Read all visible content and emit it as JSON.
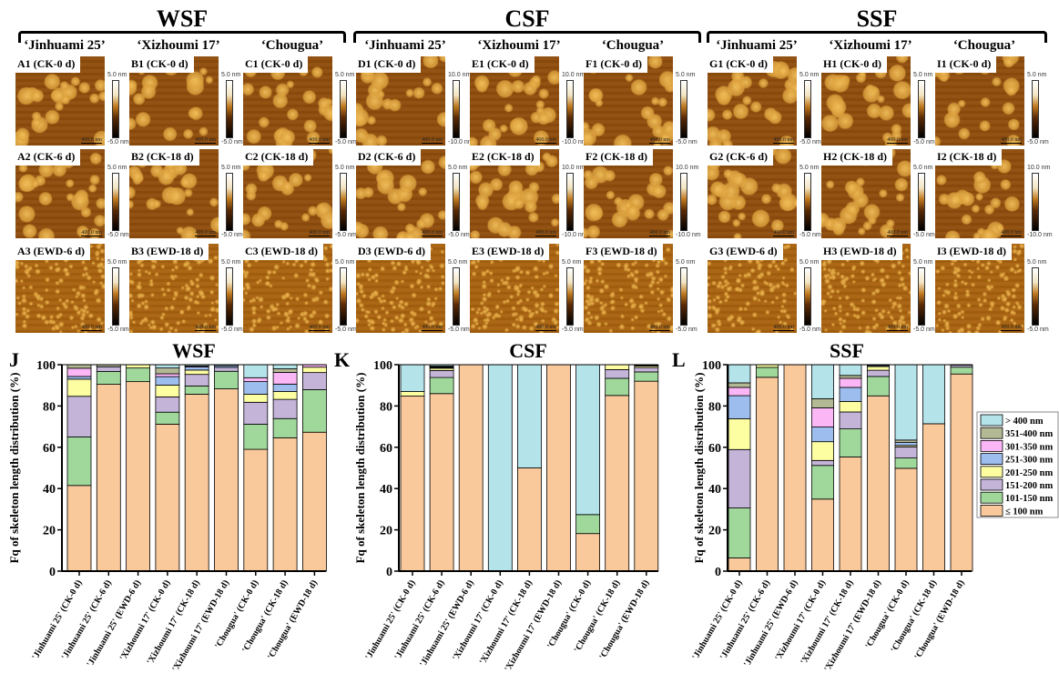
{
  "groups": [
    {
      "title": "WSF",
      "cultivars": [
        "‘Jinhuami 25’",
        "‘Xizhoumi 17’",
        "‘Chougua’"
      ],
      "images": [
        [
          {
            "label": "A1 (CK-0 d)",
            "max": "5.0 nm",
            "min": "-5.0 nm",
            "scale": "400.0 nm"
          },
          {
            "label": "B1 (CK-0 d)",
            "max": "5.0 nm",
            "min": "-5.0 nm",
            "scale": "400.0 nm"
          },
          {
            "label": "C1 (CK-0 d)",
            "max": "5.0 nm",
            "min": "-5.0 nm",
            "scale": "400.0 nm"
          }
        ],
        [
          {
            "label": "A2 (CK-6 d)",
            "max": "5.0 nm",
            "min": "-5.0 nm",
            "scale": "400.0 nm"
          },
          {
            "label": "B2 (CK-18 d)",
            "max": "5.0 nm",
            "min": "-5.0 nm",
            "scale": "400.0 nm"
          },
          {
            "label": "C2 (CK-18 d)",
            "max": "5.0 nm",
            "min": "-5.0 nm",
            "scale": "400.0 nm"
          }
        ],
        [
          {
            "label": "A3 (EWD-6 d)",
            "max": "5.0 nm",
            "min": "-5.0 nm",
            "scale": "400.0 nm"
          },
          {
            "label": "B3 (EWD-18 d)",
            "max": "5.0 nm",
            "min": "-5.0 nm",
            "scale": "400.0 nm"
          },
          {
            "label": "C3 (EWD-18 d)",
            "max": "5.0 nm",
            "min": "-5.0 nm",
            "scale": "400.0 nm"
          }
        ]
      ]
    },
    {
      "title": "CSF",
      "cultivars": [
        "‘Jinhuami 25’",
        "‘Xizhoumi 17’",
        "‘Chougua’"
      ],
      "images": [
        [
          {
            "label": "D1 (CK-0 d)",
            "max": "10.0 nm",
            "min": "-10.0 nm",
            "scale": "400.0 nm"
          },
          {
            "label": "E1 (CK-0 d)",
            "max": "10.0 nm",
            "min": "-10.0 nm",
            "scale": "400.0 nm"
          },
          {
            "label": "F1 (CK-0 d)",
            "max": "5.0 nm",
            "min": "-5.0 nm",
            "scale": "400.0 nm"
          }
        ],
        [
          {
            "label": "D2 (CK-6 d)",
            "max": "5.0 nm",
            "min": "-5.0 nm",
            "scale": "400.0 nm"
          },
          {
            "label": "E2 (CK-18 d)",
            "max": "10.0 nm",
            "min": "-10.0 nm",
            "scale": "400.0 nm"
          },
          {
            "label": "F2 (CK-18 d)",
            "max": "10.0 nm",
            "min": "-10.0 nm",
            "scale": "400.0 nm"
          }
        ],
        [
          {
            "label": "D3 (EWD-6 d)",
            "max": "5.0 nm",
            "min": "-5.0 nm",
            "scale": "400.0 nm"
          },
          {
            "label": "E3 (EWD-18 d)",
            "max": "5.0 nm",
            "min": "-5.0 nm",
            "scale": "400.0 nm"
          },
          {
            "label": "F3 (EWD-18 d)",
            "max": "5.0 nm",
            "min": "-5.0 nm",
            "scale": "400.0 nm"
          }
        ]
      ]
    },
    {
      "title": "SSF",
      "cultivars": [
        "‘Jinhuami 25’",
        "‘Xizhoumi 17’",
        "‘Chougua’"
      ],
      "images": [
        [
          {
            "label": "G1 (CK-0 d)",
            "max": "5.0 nm",
            "min": "-5.0 nm",
            "scale": "400.0 nm"
          },
          {
            "label": "H1 (CK-0 d)",
            "max": "5.0 nm",
            "min": "-5.0 nm",
            "scale": "400.0 nm"
          },
          {
            "label": "I1 (CK-0 d)",
            "max": "5.0 nm",
            "min": "-5.0 nm",
            "scale": "400.0 nm"
          }
        ],
        [
          {
            "label": "G2 (CK-6 d)",
            "max": "5.0 nm",
            "min": "-5.0 nm",
            "scale": "400.0 nm"
          },
          {
            "label": "H2 (CK-18 d)",
            "max": "5.0 nm",
            "min": "-5.0 nm",
            "scale": "400.0 nm"
          },
          {
            "label": "I2 (CK-18 d)",
            "max": "10.0 nm",
            "min": "-10.0 nm",
            "scale": "400.0 nm"
          }
        ],
        [
          {
            "label": "G3 (EWD-6 d)",
            "max": "5.0 nm",
            "min": "-5.0 nm",
            "scale": "400.0 nm"
          },
          {
            "label": "H3 (EWD-18 d)",
            "max": "5.0 nm",
            "min": "-5.0 nm",
            "scale": "400.0 nm"
          },
          {
            "label": "I3 (EWD-18 d)",
            "max": "5.0 nm",
            "min": "-5.0 nm",
            "scale": "400.0 nm"
          }
        ]
      ]
    }
  ],
  "chart_data": [
    {
      "panel": "J",
      "type": "bar",
      "stacked": true,
      "title": "WSF",
      "ylabel": "Fq of skeleton length distribution (%)",
      "xlabel": "",
      "ylim": [
        0,
        100
      ],
      "yticks": [
        0,
        20,
        40,
        60,
        80,
        100
      ],
      "categories": [
        "'Jinhuami 25' (CK-0 d)",
        "'Jinhuami 25' (CK-6 d)",
        "'Jinhuami 25' (EWD-6 d)",
        "'Xizhoumi 17' (CK-0 d)",
        "'Xizhoumi 17' (CK-18 d)",
        "'Xizhoumi 17' (EWD-18 d)",
        "'Chougua' (CK-0 d)",
        "'Chougua' (CK-18 d)",
        "'Chougua' (EWD-18 d)"
      ],
      "series": [
        {
          "name": "≤ 100 nm",
          "values": [
            41.5,
            90.5,
            91.8,
            71.2,
            85.7,
            88.3,
            59.0,
            64.6,
            67.3
          ]
        },
        {
          "name": "101-150 nm",
          "values": [
            23.5,
            6.2,
            6.6,
            5.8,
            4.0,
            8.5,
            12.2,
            9.3,
            20.6
          ]
        },
        {
          "name": "151-200 nm",
          "values": [
            19.7,
            2.3,
            0,
            7.4,
            5.6,
            1.9,
            10.6,
            9.3,
            8.3
          ]
        },
        {
          "name": "201-250 nm",
          "values": [
            8.3,
            0,
            1.6,
            5.7,
            2.1,
            0,
            3.9,
            3.8,
            2.6
          ]
        },
        {
          "name": "251-300 nm",
          "values": [
            1.3,
            0,
            0,
            4.1,
            1.5,
            0.8,
            6.1,
            3.6,
            0
          ]
        },
        {
          "name": "301-350 nm",
          "values": [
            4.0,
            0,
            0,
            1.4,
            0.5,
            0,
            1.9,
            5.7,
            1.2
          ]
        },
        {
          "name": "351-400 nm",
          "values": [
            1.7,
            1.0,
            0,
            2.8,
            0,
            0,
            0,
            1.7,
            0
          ]
        },
        {
          "name": "> 400 nm",
          "values": [
            0,
            0,
            0,
            1.6,
            0.6,
            0.5,
            6.3,
            2.0,
            0
          ]
        }
      ]
    },
    {
      "panel": "K",
      "type": "bar",
      "stacked": true,
      "title": "CSF",
      "ylabel": "Fq of skeleton length distribution (%)",
      "xlabel": "",
      "ylim": [
        0,
        100
      ],
      "yticks": [
        0,
        20,
        40,
        60,
        80,
        100
      ],
      "categories": [
        "'Jinhuami 25' (CK-0 d)",
        "'Jinhuami 25' (CK-6 d)",
        "'Jinhuami 25' (EWD-6 d)",
        "'Xizhoumi 17' (CK-0 d)",
        "'Xizhoumi 17' (CK-18 d)",
        "'Xizhoumi 17' (EWD-18 d)",
        "'Chougua' (CK-0 d)",
        "'Chougua' (CK-18 d)",
        "'Chougua' (EWD-18 d)"
      ],
      "series": [
        {
          "name": "≤ 100 nm",
          "values": [
            84.8,
            86.0,
            100,
            0,
            50,
            100,
            18.2,
            85.1,
            92.0
          ]
        },
        {
          "name": "101-150 nm",
          "values": [
            0,
            7.8,
            0,
            0,
            0,
            0,
            9.2,
            8.3,
            4.5
          ]
        },
        {
          "name": "151-200 nm",
          "values": [
            0,
            3.4,
            0,
            0,
            0,
            0,
            0,
            4.2,
            2.1
          ]
        },
        {
          "name": "201-250 nm",
          "values": [
            2.2,
            1.1,
            0,
            0,
            0,
            0,
            0,
            2.4,
            0.7
          ]
        },
        {
          "name": "251-300 nm",
          "values": [
            0,
            0.4,
            0,
            0,
            0,
            0,
            0,
            0,
            0
          ]
        },
        {
          "name": "301-350 nm",
          "values": [
            0,
            0.3,
            0,
            0,
            0,
            0,
            0,
            0,
            0
          ]
        },
        {
          "name": "351-400 nm",
          "values": [
            0,
            0.3,
            0,
            0,
            0,
            0,
            0,
            0,
            0.4
          ]
        },
        {
          "name": "> 400 nm",
          "values": [
            13.0,
            0.7,
            0,
            100,
            50,
            0,
            72.6,
            0,
            0.3
          ]
        }
      ]
    },
    {
      "panel": "L",
      "type": "bar",
      "stacked": true,
      "title": "SSF",
      "ylabel": "Fq of skeleton length distribution (%)",
      "xlabel": "",
      "ylim": [
        0,
        100
      ],
      "yticks": [
        0,
        20,
        40,
        60,
        80,
        100
      ],
      "legend": "right",
      "categories": [
        "'Jinhuami 25' (CK-0 d)",
        "'Jinhuami 25' (CK-6 d)",
        "'Jinhuami 25' (EWD-6 d)",
        "'Xizhoumi 17' (CK-0 d)",
        "'Xizhoumi 17' (CK-18 d)",
        "'Xizhoumi 17' (EWD-18 d)",
        "'Chougua' (CK-0 d)",
        "'Chougua' (CK-18 d)",
        "'Chougua' (EWD-18 d)"
      ],
      "series": [
        {
          "name": "≤ 100 nm",
          "values": [
            6.4,
            93.9,
            100,
            34.9,
            55.3,
            84.9,
            49.8,
            71.4,
            95.5
          ]
        },
        {
          "name": "101-150 nm",
          "values": [
            24.2,
            4.8,
            0,
            16.3,
            13.6,
            9.4,
            5.0,
            0,
            3.3
          ]
        },
        {
          "name": "151-200 nm",
          "values": [
            28.3,
            0,
            0,
            2.4,
            8.2,
            3.0,
            5.4,
            0,
            1.0
          ]
        },
        {
          "name": "201-250 nm",
          "values": [
            14.9,
            1.3,
            0,
            9.1,
            5.1,
            1.8,
            0.7,
            0,
            0
          ]
        },
        {
          "name": "251-300 nm",
          "values": [
            11.2,
            0,
            0,
            7.1,
            6.8,
            0.5,
            1.4,
            0,
            0
          ]
        },
        {
          "name": "301-350 nm",
          "values": [
            4.0,
            0,
            0,
            9.3,
            4.4,
            0,
            0,
            0,
            0
          ]
        },
        {
          "name": "351-400 nm",
          "values": [
            2.2,
            0,
            0,
            4.4,
            1.4,
            0,
            1.2,
            0,
            0
          ]
        },
        {
          "name": "> 400 nm",
          "values": [
            8.8,
            0,
            0,
            16.5,
            5.2,
            0.4,
            36.5,
            28.6,
            0.2
          ]
        }
      ]
    }
  ],
  "colors": {
    "≤ 100 nm": "#f9c89b",
    "101-150 nm": "#a0d89c",
    "151-200 nm": "#c3b4d8",
    "201-250 nm": "#fdfda2",
    "251-300 nm": "#9ebdef",
    "301-350 nm": "#fbb6f5",
    "351-400 nm": "#b4b995",
    "> 400 nm": "#b4e3ea"
  }
}
